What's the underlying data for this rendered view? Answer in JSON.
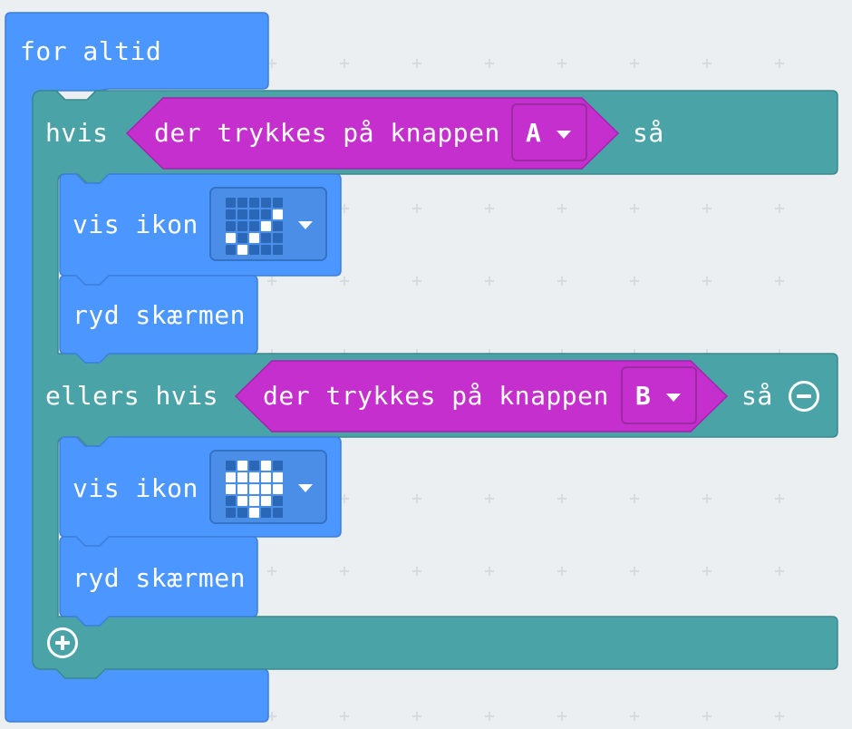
{
  "colors": {
    "workspace": "#eceff1",
    "loops_block": "#4c97ff",
    "logic_block": "#4aa3a7",
    "input_block": "#c42fcd",
    "basic_block": "#4c97ff"
  },
  "forever": {
    "label": "for altid"
  },
  "if_block": {
    "if_label": "hvis",
    "then_label": "så",
    "condition": {
      "label": "der trykkes på knappen",
      "button": "A"
    },
    "body": {
      "show_icon_label": "vis ikon",
      "clear_label": "ryd skærmen"
    }
  },
  "else_if_block": {
    "label": "ellers hvis",
    "then_label": "så",
    "remove_icon": "minus-circle-icon",
    "condition": {
      "label": "der trykkes på knappen",
      "button": "B"
    },
    "body": {
      "show_icon_label": "vis ikon",
      "clear_label": "ryd skærmen"
    }
  },
  "add_icon": "plus-circle-icon",
  "icons": {
    "checkmark": [
      [
        0,
        0,
        0,
        0,
        0
      ],
      [
        0,
        0,
        0,
        0,
        1
      ],
      [
        0,
        0,
        0,
        1,
        0
      ],
      [
        1,
        0,
        1,
        0,
        0
      ],
      [
        0,
        1,
        0,
        0,
        0
      ]
    ],
    "heart": [
      [
        0,
        1,
        0,
        1,
        0
      ],
      [
        1,
        1,
        1,
        1,
        1
      ],
      [
        1,
        1,
        1,
        1,
        1
      ],
      [
        0,
        1,
        1,
        1,
        0
      ],
      [
        0,
        0,
        1,
        0,
        0
      ]
    ]
  }
}
